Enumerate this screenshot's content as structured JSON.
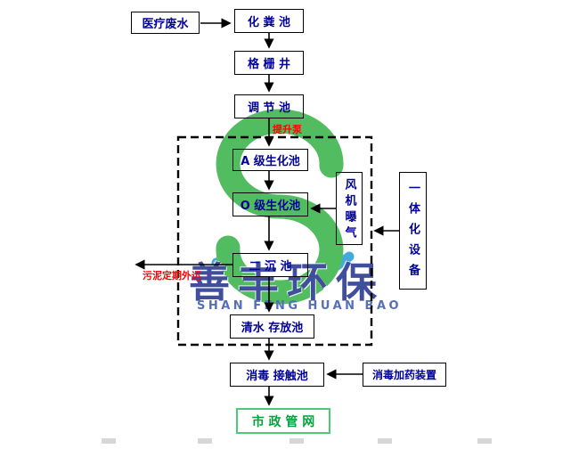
{
  "diagram": {
    "nodes": {
      "medical_wastewater": {
        "label": "医疗废水"
      },
      "septic_tank": {
        "label": "化  粪  池"
      },
      "grid_well": {
        "label": "格  栅  井"
      },
      "regulating_tank": {
        "label": "调  节  池"
      },
      "a_biochemical_tank": {
        "label": "A 级生化池"
      },
      "o_biochemical_tank": {
        "label": "O 级生化池"
      },
      "fan_aeration": {
        "label": "风机曝气"
      },
      "integrated_equipment": {
        "label": "一体化设备"
      },
      "secondary_sedimentation": {
        "label": "二  沉  池"
      },
      "clean_water_storage": {
        "label": "清水 存放池"
      },
      "disinfection_contact_tank": {
        "label": "消毒  接触池"
      },
      "disinfection_dosing_device": {
        "label": "消毒加药装置"
      },
      "municipal_pipe_network": {
        "label": "市 政 管 网"
      }
    },
    "annotations": {
      "lift_pump": "提升泵",
      "sludge_removal": "污泥定期外运"
    },
    "colors": {
      "node_text": "#00009a",
      "annotation_red": "#ff0000",
      "municipal_green_text": "#00a43c",
      "municipal_green_border": "#4ec879",
      "logo_green": "#3bb34b",
      "logo_blue": "#2b9fd8",
      "watermark_navy": "#26368f",
      "watermark_blue": "#3f5cad"
    }
  },
  "watermark": {
    "brand_cn": "善丰环保",
    "brand_en": "SHAN FENG HUAN BAO"
  }
}
